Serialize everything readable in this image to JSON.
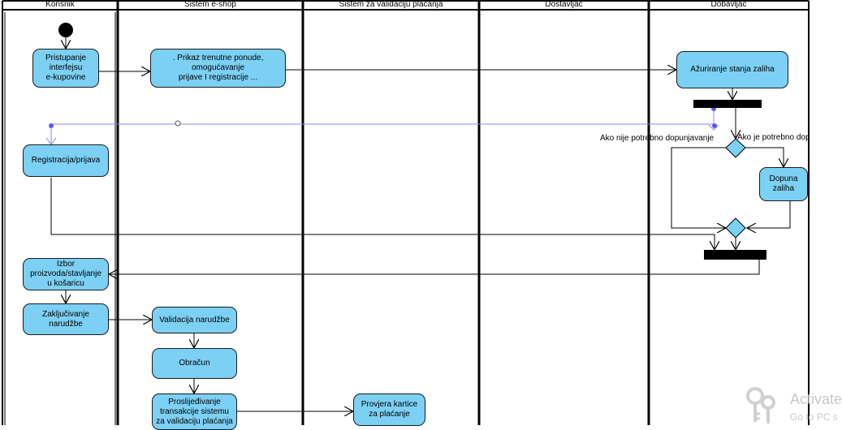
{
  "lanes": [
    "Korisnik",
    "Sistem e-shop",
    "Sistem za validaciju plaćanja",
    "Dostavljač",
    "Dobavljač"
  ],
  "actions": {
    "pristupanje": "Pristupanje\ninterfejsu\ne-kupovine",
    "prikaz": ". Prikaz trenutne ponude,\nomogućavanje\nprijave I registracije ...",
    "azuriranje": "Ažuriranje stanja zaliha",
    "registracija": "Registracija/prijava",
    "dopuna": "Dopuna\nzaliha",
    "izbor": "Izbor\nproizvoda/stavljanje\nu košaricu",
    "zakljucivanje": "Zaključivanje\nnarudžbe",
    "validacija": "Validacija narudžbe",
    "obracun": "Obračun",
    "prosljedjivanje": "Proslijeđivanje\ntransakcije sistemu\nza validaciju plaćanja",
    "provjera": "Provjera kartice\nza plaćanje"
  },
  "guards": {
    "nije": "Ako nije potrebno dopunjavanje",
    "je": "Ako je potrebno dopunjavanje"
  },
  "watermark": {
    "title": "Activate",
    "subtitle": "Go to PC s"
  },
  "colors": {
    "action_fill": "#7cd0f4",
    "selection_line": "#8a8aee",
    "bar": "#000000"
  }
}
